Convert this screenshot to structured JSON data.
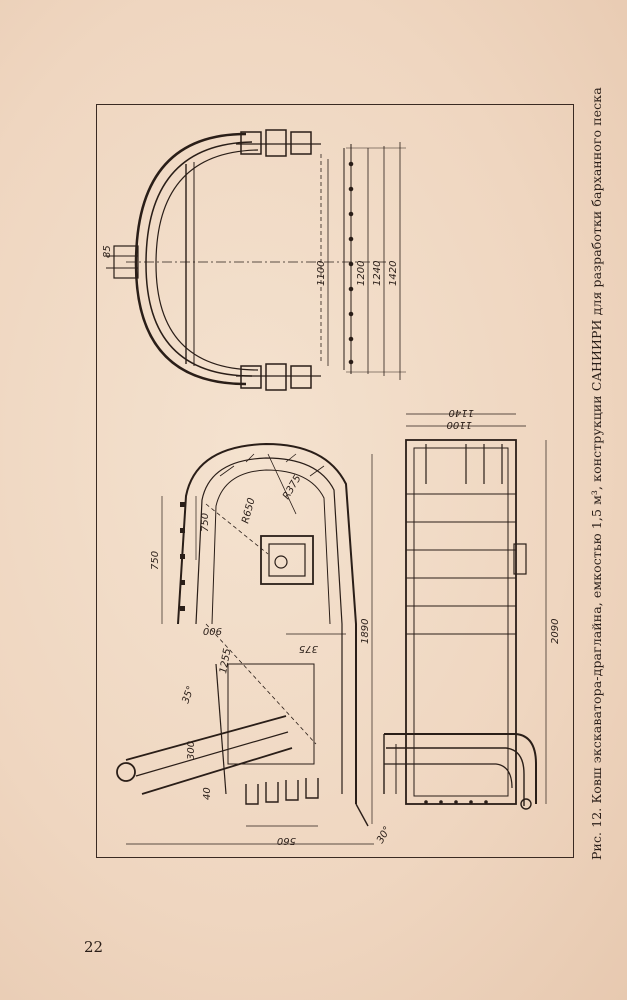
{
  "caption": "Рис. 12. Ковш экскаватора-драглайна, емкостью 1,5 м³, конструкции САНИИРИ для разработки барханного песка",
  "page_number": "22",
  "dimensions": {
    "top_view": [
      "85",
      "1100",
      "1200",
      "1240",
      "1420"
    ],
    "side_view": [
      "750",
      "750",
      "R650",
      "R375",
      "900",
      "1255",
      "375",
      "1890",
      "300",
      "35°",
      "560",
      "1255",
      "30°",
      "40"
    ],
    "front_view": [
      "1100",
      "1140",
      "2090"
    ]
  }
}
